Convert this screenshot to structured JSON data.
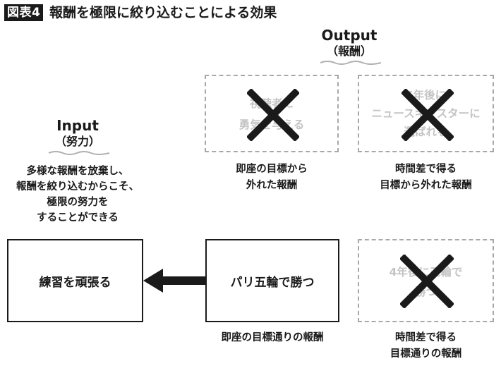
{
  "figure_label": "図表4",
  "title": "報酬を極限に絞り込むことによる効果",
  "output": {
    "heading": "Output",
    "subheading": "（報酬）"
  },
  "input": {
    "heading": "Input",
    "subheading": "（努力）",
    "description": [
      "多様な報酬を放棄し、",
      "報酬を絞り込むからこそ、",
      "極限の努力を",
      "することができる"
    ]
  },
  "rejected_box_1": {
    "lines": [
      "視聴者に",
      "勇気を与える"
    ],
    "caption": [
      "即座の目標から",
      "外れた報酬"
    ]
  },
  "rejected_box_2": {
    "lines": [
      "5年後に",
      "ニュースキャスターに",
      "選ばれる"
    ],
    "caption": [
      "時間差で得る",
      "目標から外れた報酬"
    ]
  },
  "rejected_box_3": {
    "lines": [
      "4年後に五輪で",
      "勝つ"
    ],
    "caption": [
      "時間差で得る",
      "目標通りの報酬"
    ]
  },
  "effort_box": {
    "label": "練習を頑張る"
  },
  "goal_box": {
    "label": "パリ五輪で勝つ",
    "caption": "即座の目標通りの報酬"
  },
  "colors": {
    "ink": "#1a1a1a",
    "dashed": "#a8a8a8",
    "ghost_text": "#c4c4c4",
    "squiggle": "#b0b0b0"
  }
}
